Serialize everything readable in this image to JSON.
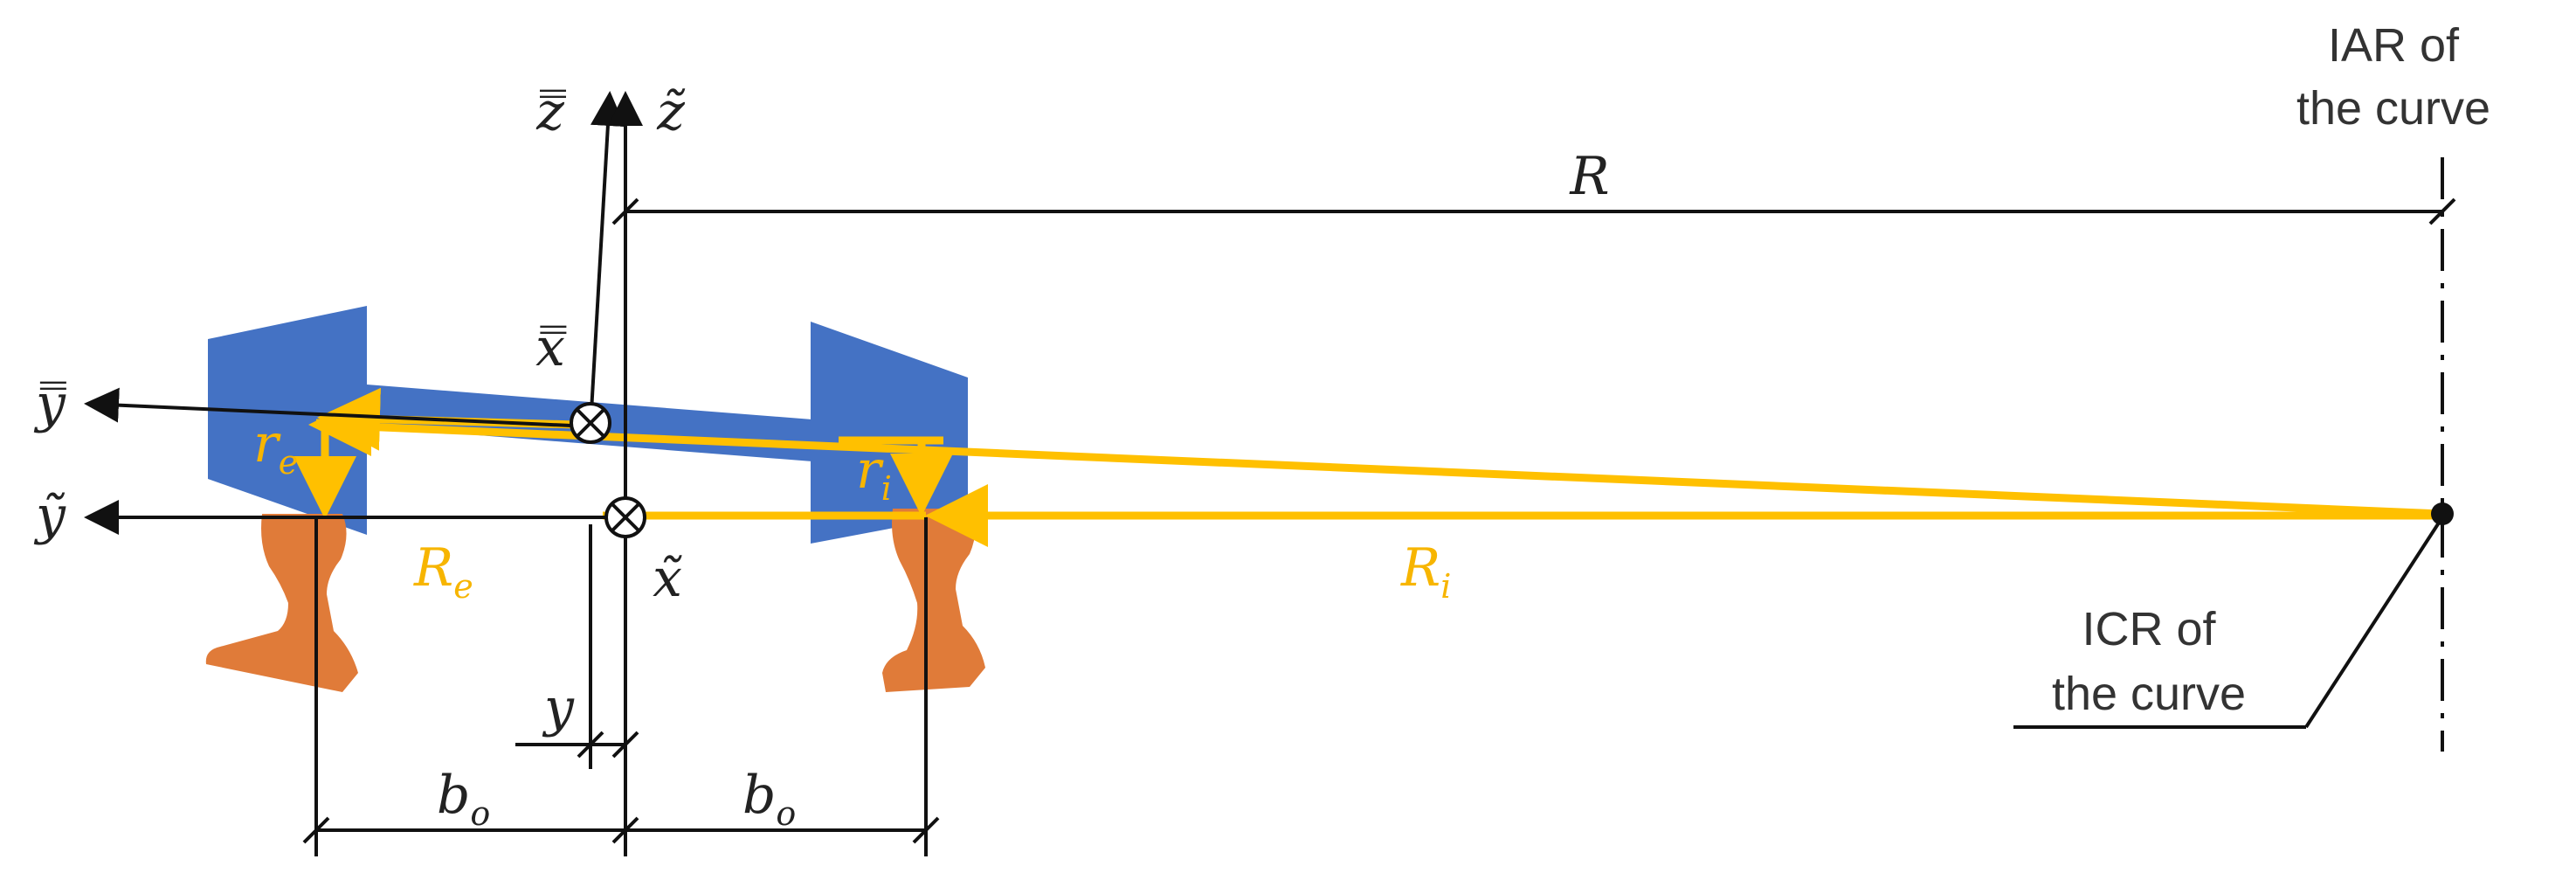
{
  "labels": {
    "iar": [
      "IAR of",
      "the curve"
    ],
    "icr": [
      "ICR of",
      "the curve"
    ],
    "R": "R",
    "R_e": {
      "base": "R",
      "sub": "e"
    },
    "R_i": {
      "base": "R",
      "sub": "i"
    },
    "r_e": {
      "base": "r",
      "sub": "e"
    },
    "r_i": {
      "base": "r",
      "sub": "i"
    },
    "y": "y",
    "b_o_left": {
      "base": "b",
      "sub": "o"
    },
    "b_o_right": {
      "base": "b",
      "sub": "o"
    },
    "axis_z_tilde": "z̃",
    "axis_z_dbar": "z̿",
    "axis_y_tilde": "ỹ",
    "axis_y_dbar": "y̿",
    "axis_x_tilde": "x̃",
    "axis_x_dbar": "x̿"
  },
  "colors": {
    "wheelset": "#4472c4",
    "rail": "#e07b39",
    "radius_lines": "#ffc000",
    "lines": "#111111"
  }
}
